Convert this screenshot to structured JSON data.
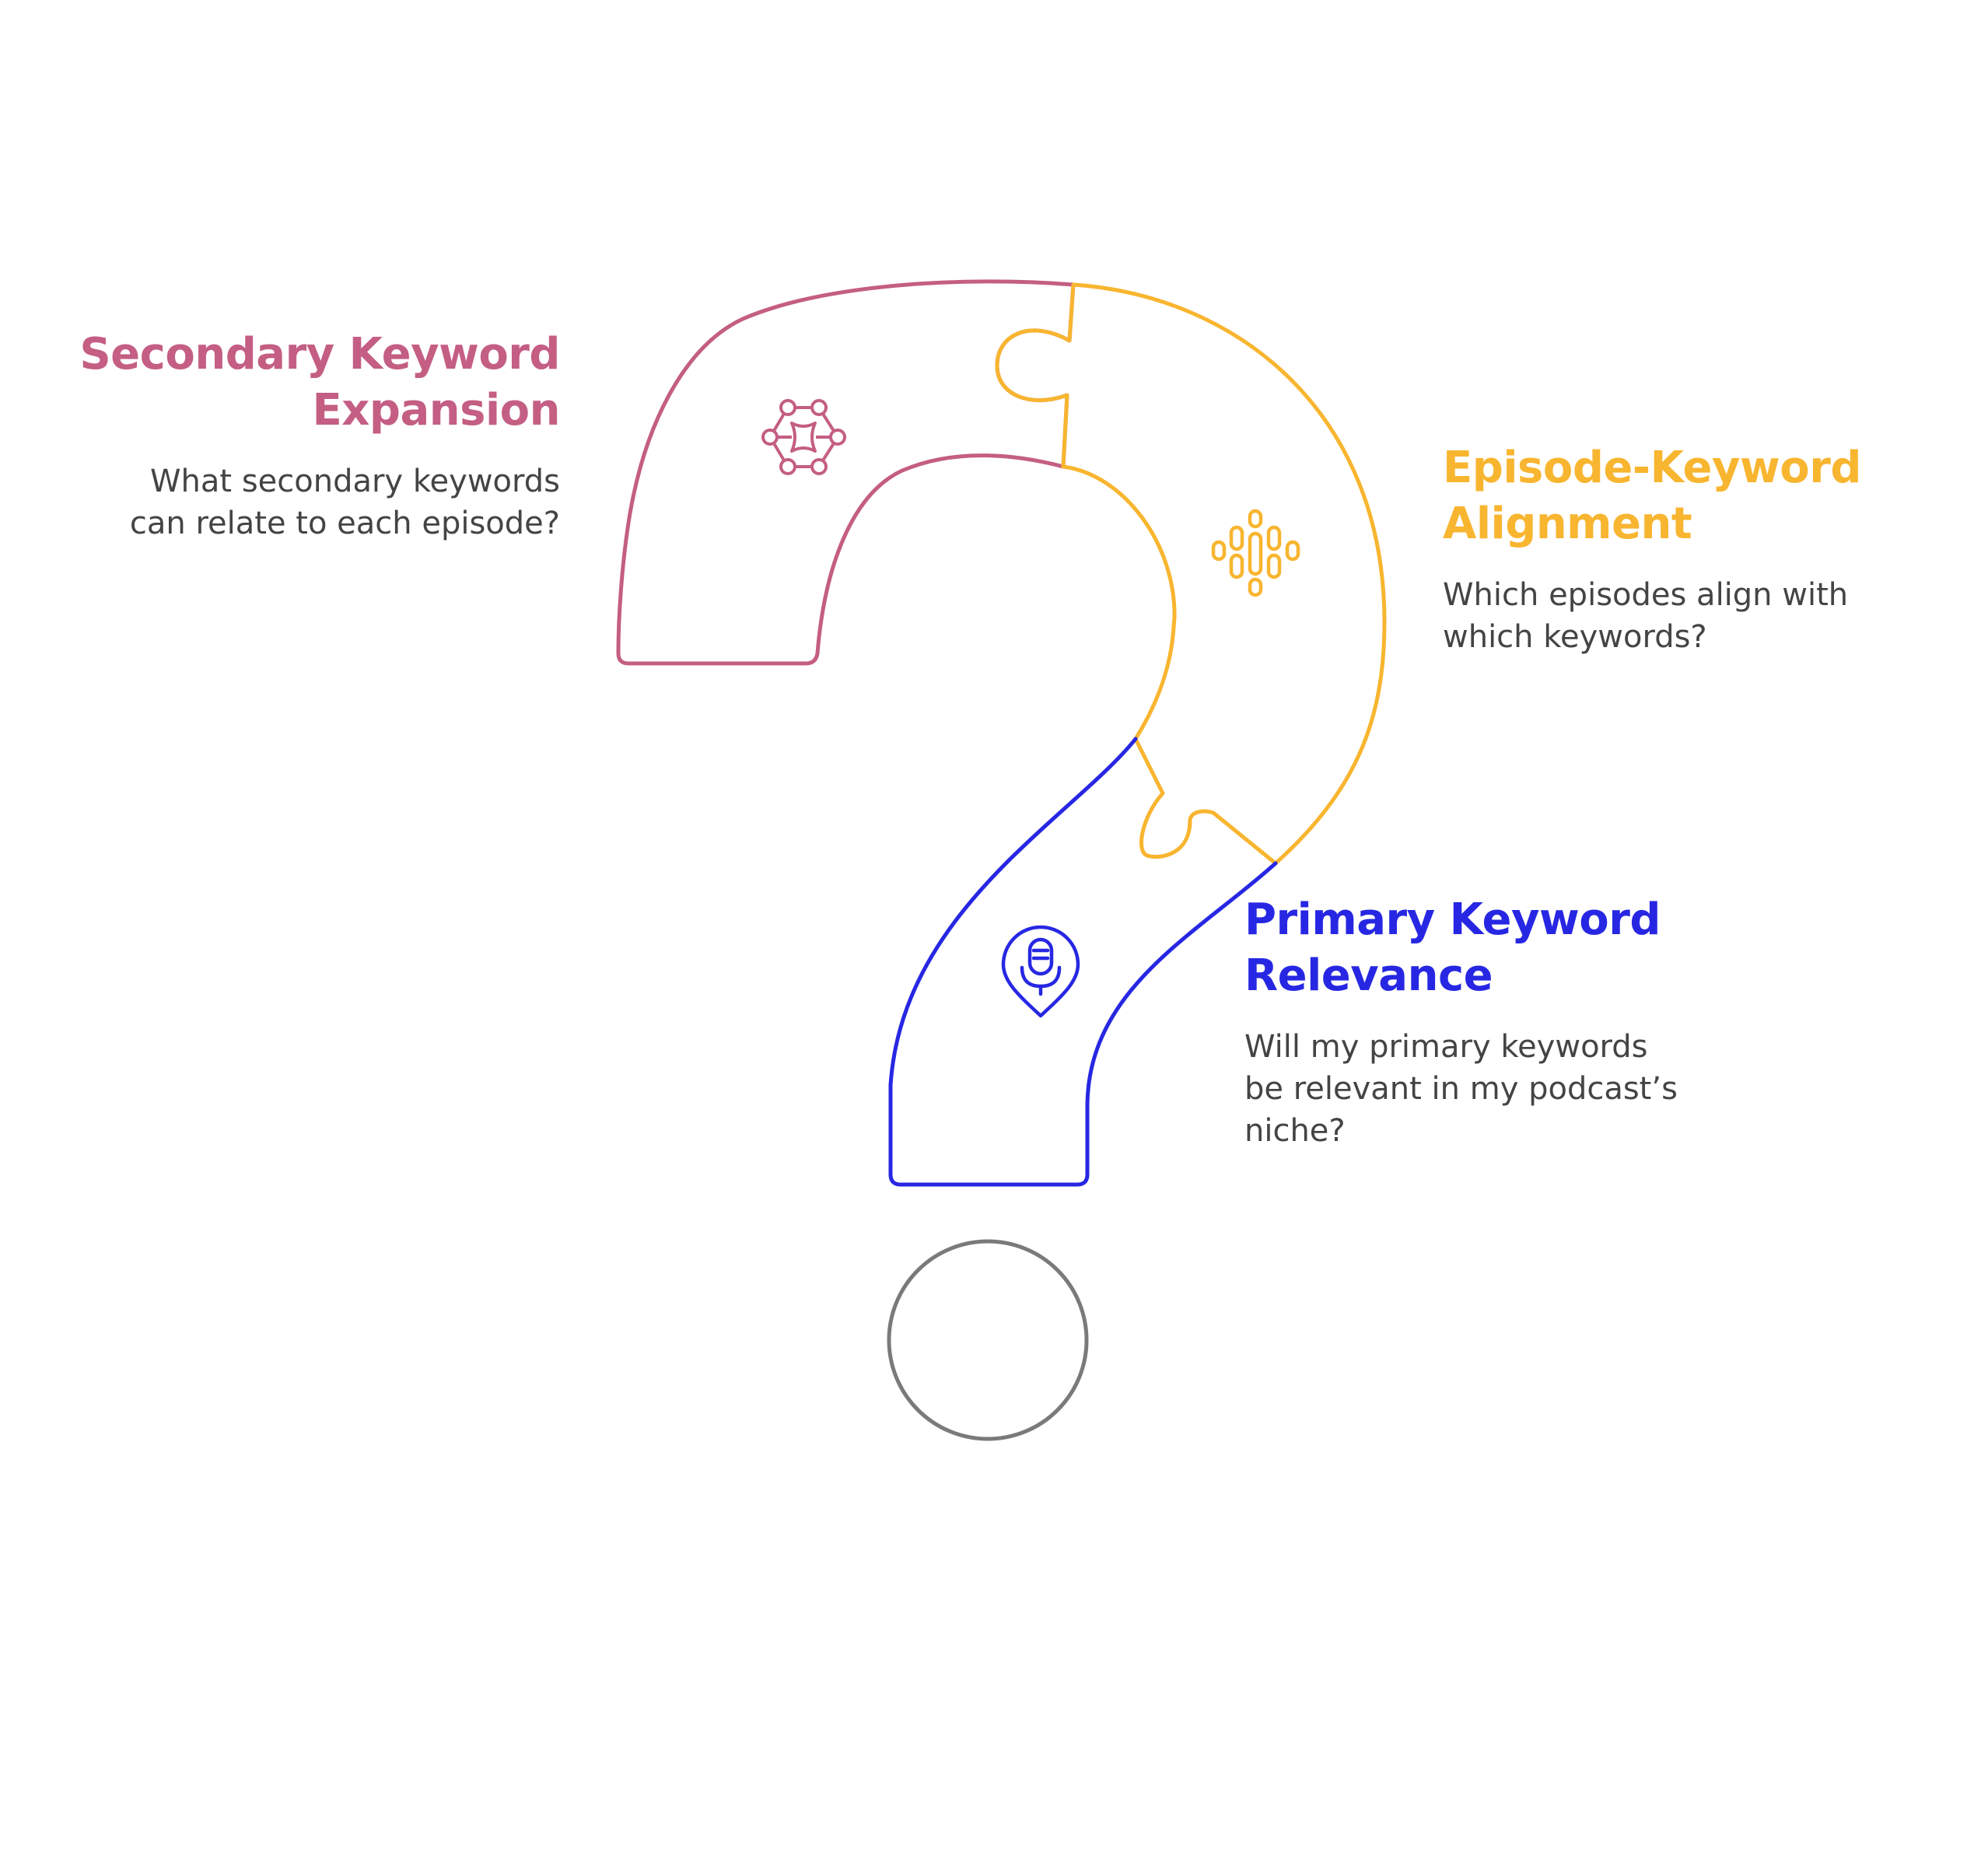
{
  "colors": {
    "secondary": "#c45e83",
    "episode": "#f8b52f",
    "primary": "#2727e3",
    "dot": "#7a7a7a",
    "text": "#444444"
  },
  "sections": {
    "secondary": {
      "title_line1": "Secondary Keyword",
      "title_line2": "Expansion",
      "desc_line1": "What secondary keywords",
      "desc_line2": "can relate to each episode?",
      "icon": "network-nodes-icon"
    },
    "episode": {
      "title_line1": "Episode-Keyword",
      "title_line2": "Alignment",
      "desc_line1": "Which episodes align with",
      "desc_line2": "which keywords?",
      "icon": "podcast-waveform-icon"
    },
    "primary": {
      "title_line1": "Primary Keyword",
      "title_line2": "Relevance",
      "desc_line1": "Will my primary keywords",
      "desc_line2": "be relevant in my podcast’s",
      "desc_line3": "niche?",
      "icon": "microphone-pin-icon"
    }
  }
}
